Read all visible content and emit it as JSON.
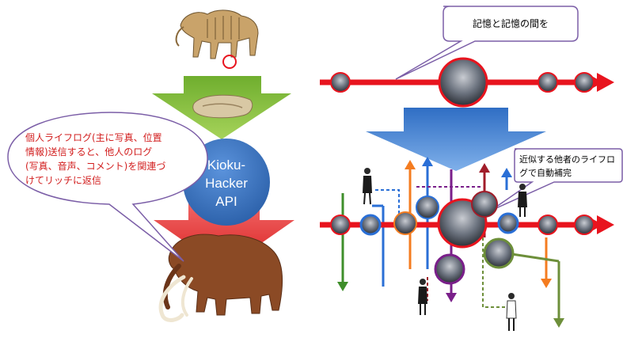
{
  "left_panel": {
    "api_label_lines": [
      "Kioku-",
      "Hacker",
      "API"
    ],
    "callout_lines": [
      "個人ライフログ(主に写真、位置",
      "情報)送信すると、他人のログ",
      "(写真、音声、コメント)を関連づ",
      "けてリッチに返信"
    ],
    "colors": {
      "callout_text": "#d21e1e",
      "api_circle": "#3b73bf",
      "arrow_green": "#8cc63f",
      "arrow_red": "#e53935"
    },
    "images": [
      "mammoth-skeleton",
      "fossil-bone",
      "woolly-mammoth"
    ]
  },
  "right_panel": {
    "callout_top": "記憶と記憶の間を",
    "callout_mid_lines": [
      "近似する他者のライフロ",
      "グで自動補完"
    ],
    "colors": {
      "timeline_red": "#e8141e",
      "down_arrow_blue": "#3f7fd0",
      "orange": "#f47c20",
      "blue": "#2a6fd6",
      "purple": "#7a1f8a",
      "green": "#3e8e2a",
      "olive": "#6d8f3a",
      "dark_red": "#a11d2a"
    },
    "images": [
      "city-photo-circles",
      "people-figures"
    ]
  }
}
